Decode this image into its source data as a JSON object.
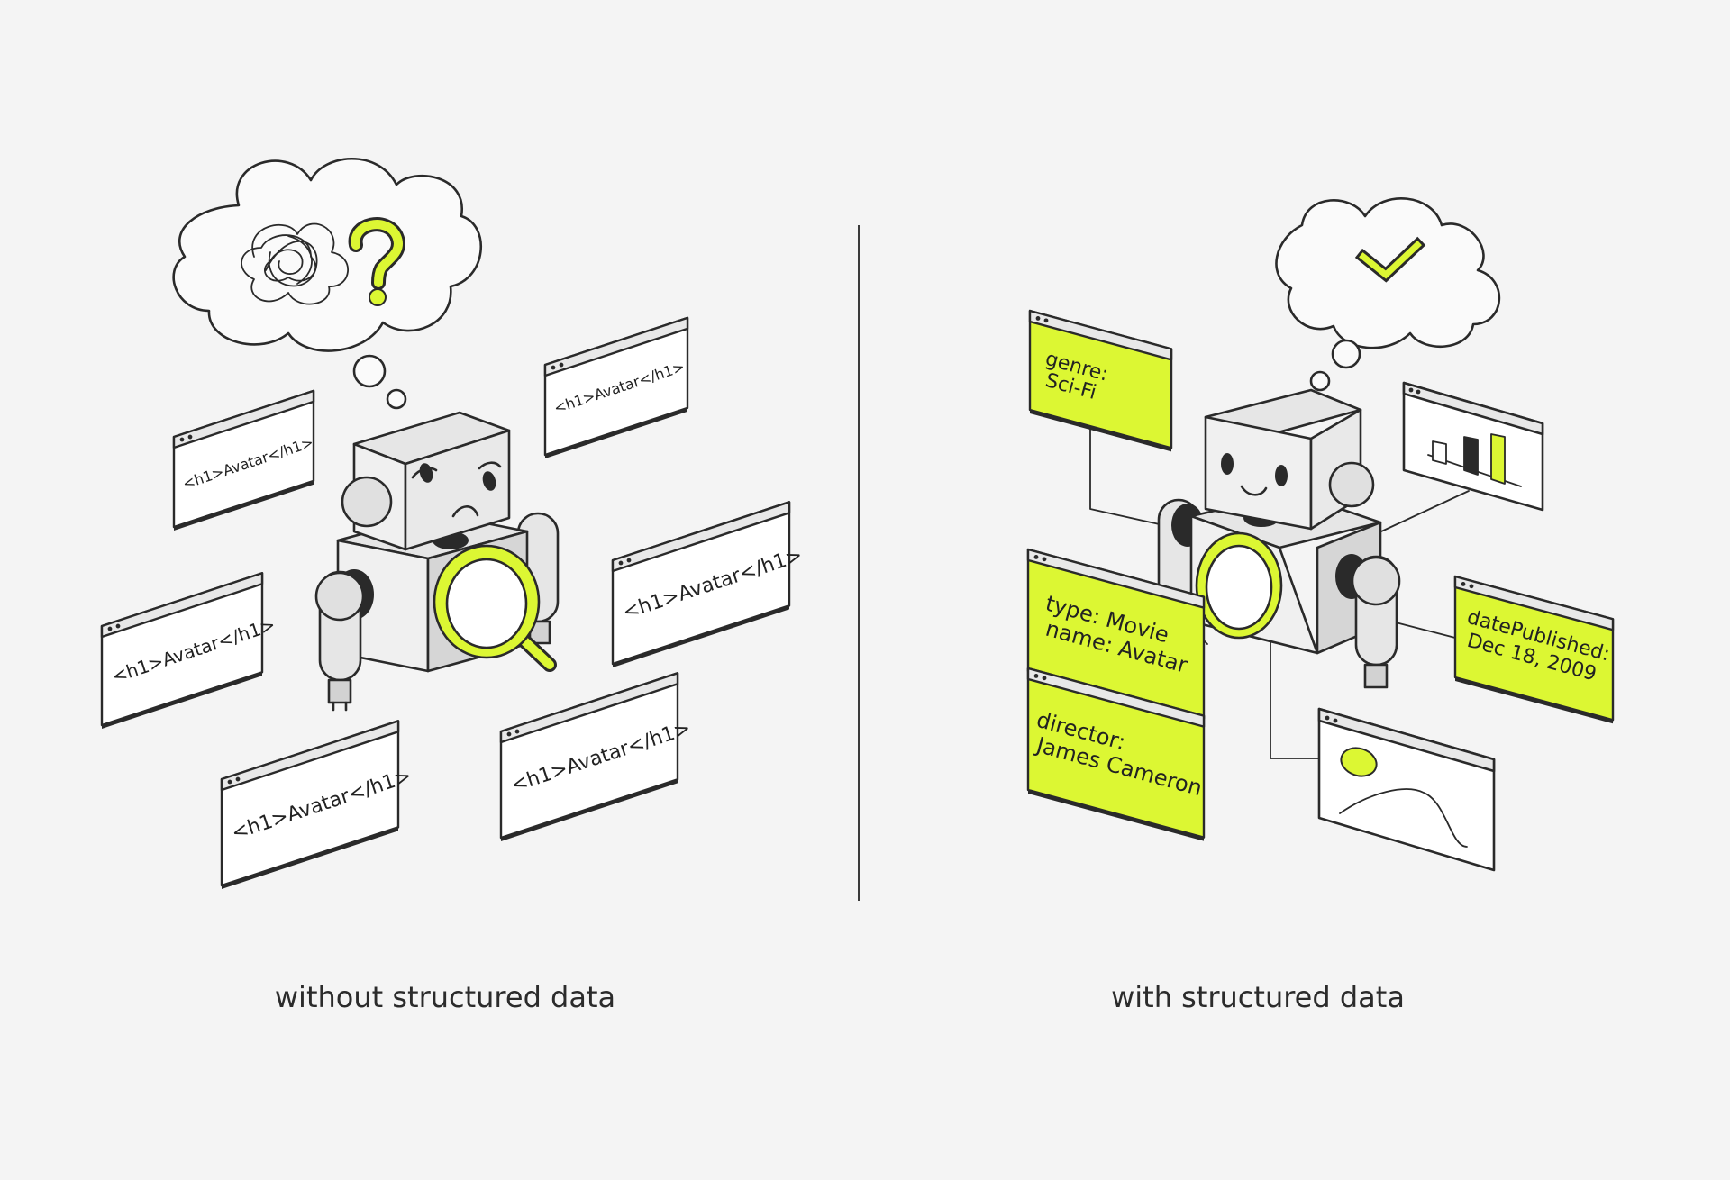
{
  "colors": {
    "background": "#f4f4f4",
    "accent": "#dcf733",
    "window_fill": "#ffffff",
    "robot_light": "#e6e6e6",
    "robot_mid": "#d2d2d2",
    "outline": "#2a2a2a"
  },
  "left": {
    "caption": "without structured data",
    "window_text": "<h1>Avatar</h1>"
  },
  "right": {
    "caption": "with structured data",
    "cards": {
      "genre": [
        "genre:",
        "Sci-Fi"
      ],
      "type": [
        "type: Movie",
        "name: Avatar"
      ],
      "director": [
        "director:",
        "James Cameron"
      ],
      "date": [
        "datePublished:",
        "Dec 18, 2009"
      ]
    }
  }
}
